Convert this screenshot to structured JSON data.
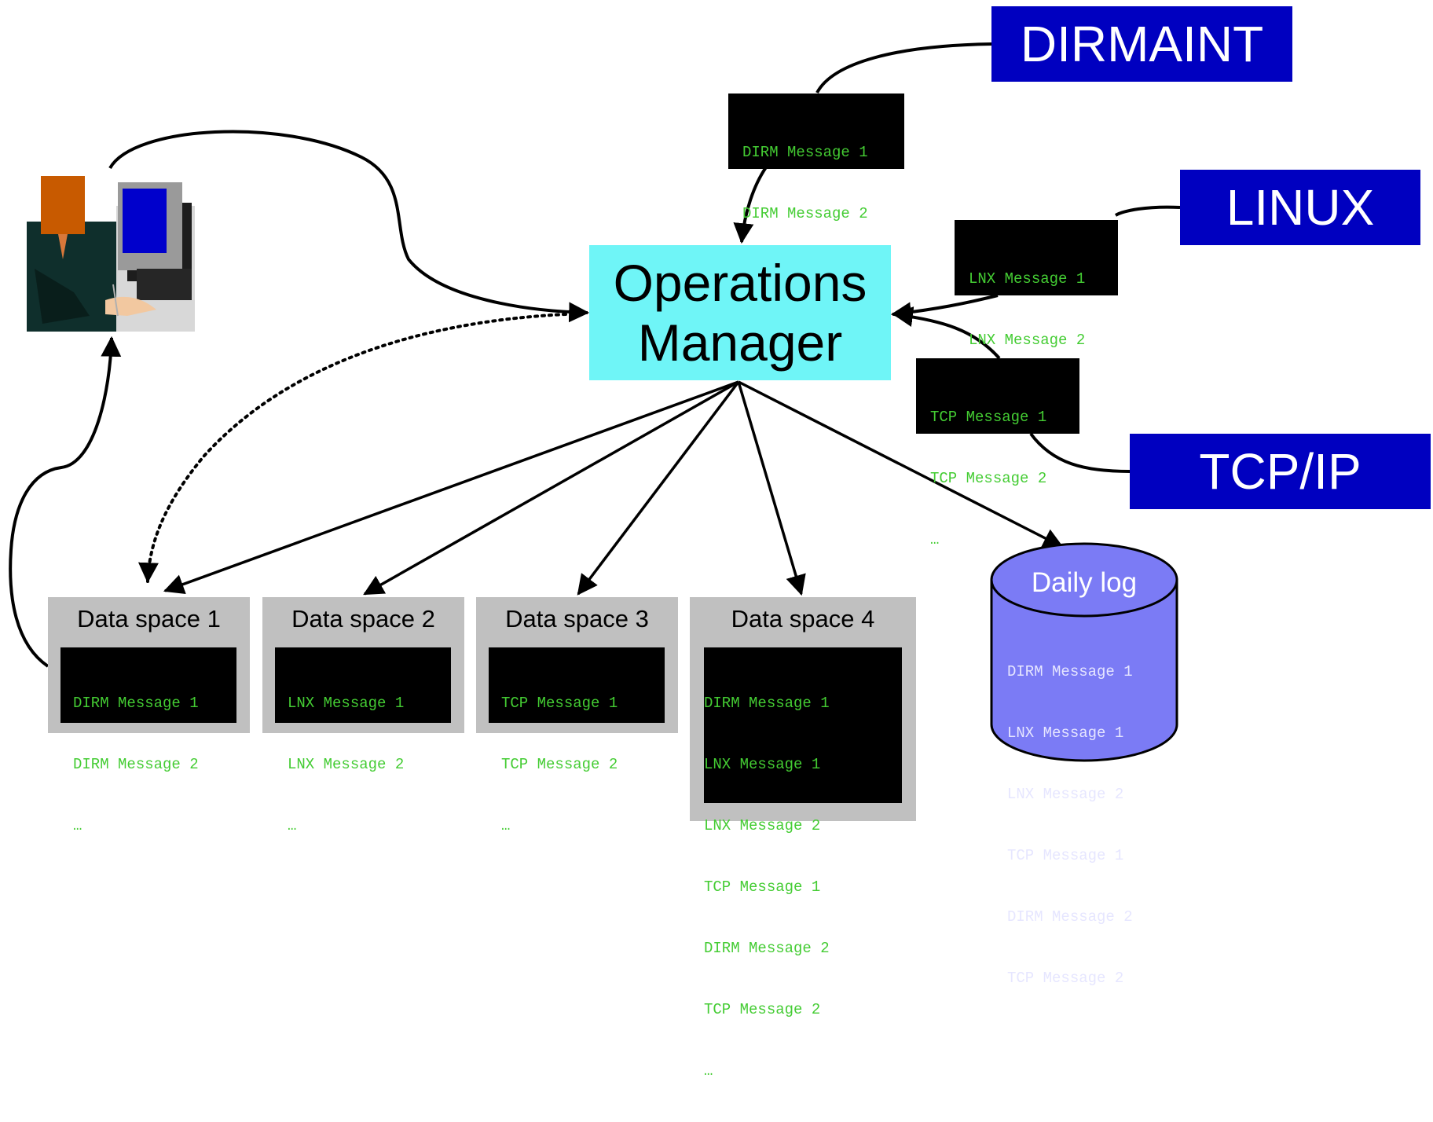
{
  "systems": {
    "dirmaint": "DIRMAINT",
    "linux": "LINUX",
    "tcpip": "TCP/IP"
  },
  "operations_manager": {
    "line1": "Operations",
    "line2": "Manager"
  },
  "incoming_messages": {
    "dirm": [
      "DIRM Message 1",
      "DIRM Message 2",
      "…"
    ],
    "lnx": [
      "LNX Message 1",
      "LNX Message 2",
      "…"
    ],
    "tcp": [
      "TCP Message 1",
      "TCP Message 2",
      "…"
    ]
  },
  "data_spaces": [
    {
      "title": "Data space 1",
      "messages": [
        "DIRM Message 1",
        "DIRM Message 2",
        "…"
      ]
    },
    {
      "title": "Data space 2",
      "messages": [
        "LNX Message 1",
        "LNX Message 2",
        "…"
      ]
    },
    {
      "title": "Data space 3",
      "messages": [
        "TCP Message 1",
        "TCP Message 2",
        "…"
      ]
    },
    {
      "title": "Data space 4",
      "messages": [
        "DIRM Message 1",
        "LNX Message 1",
        "LNX Message 2",
        "TCP Message 1",
        "DIRM Message 2",
        "TCP Message 2",
        "…"
      ]
    }
  ],
  "daily_log": {
    "title": "Daily log",
    "messages": [
      "DIRM Message 1",
      "LNX Message 1",
      "LNX Message 2",
      "TCP Message 1",
      "DIRM Message 2",
      "TCP Message 2"
    ]
  },
  "colors": {
    "system_box": "#0000c0",
    "operations_manager": "#6ff5f7",
    "terminal_bg": "#000000",
    "terminal_text": "#44cc33",
    "data_space_bg": "#c0c0c0",
    "daily_log": "#7b7bf5"
  },
  "icons": {
    "user": "user-at-computer-icon",
    "log": "database-cylinder-icon"
  }
}
